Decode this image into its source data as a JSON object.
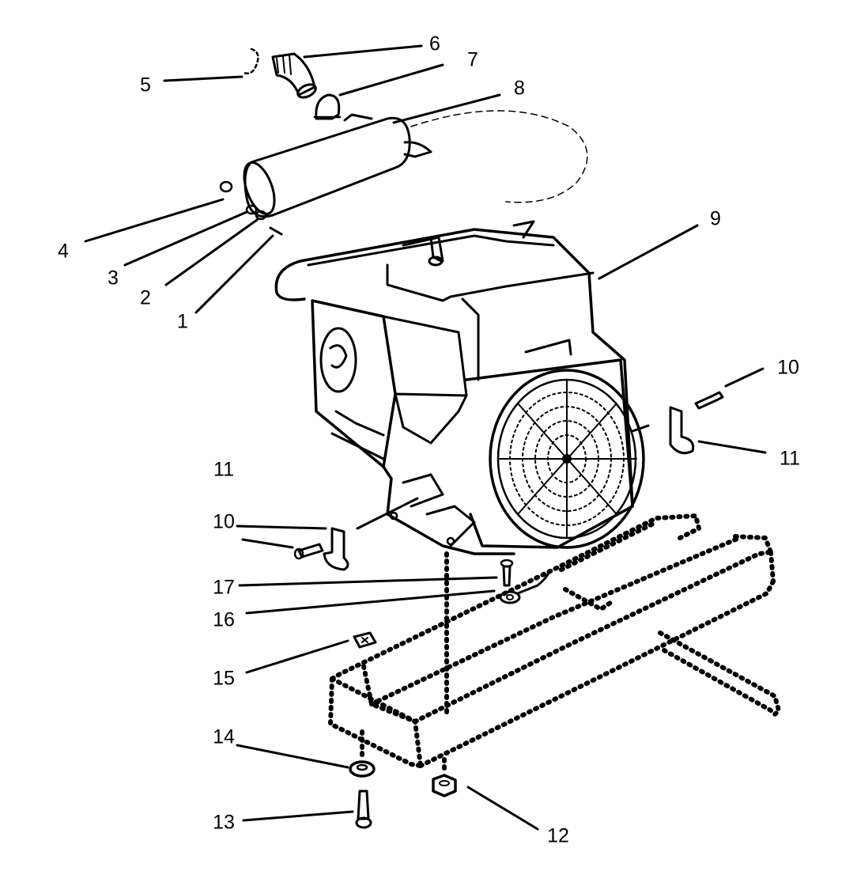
{
  "diagram": {
    "callouts": [
      {
        "id": "1",
        "label": "1"
      },
      {
        "id": "2",
        "label": "2"
      },
      {
        "id": "3",
        "label": "3"
      },
      {
        "id": "4",
        "label": "4"
      },
      {
        "id": "5",
        "label": "5"
      },
      {
        "id": "6",
        "label": "6"
      },
      {
        "id": "7",
        "label": "7"
      },
      {
        "id": "8",
        "label": "8"
      },
      {
        "id": "9",
        "label": "9"
      },
      {
        "id": "10a",
        "label": "10"
      },
      {
        "id": "11a",
        "label": "11"
      },
      {
        "id": "10b",
        "label": "10"
      },
      {
        "id": "11b",
        "label": "11"
      },
      {
        "id": "12",
        "label": "12"
      },
      {
        "id": "13",
        "label": "13"
      },
      {
        "id": "14",
        "label": "14"
      },
      {
        "id": "15",
        "label": "15"
      },
      {
        "id": "16",
        "label": "16"
      },
      {
        "id": "17",
        "label": "17"
      }
    ]
  }
}
